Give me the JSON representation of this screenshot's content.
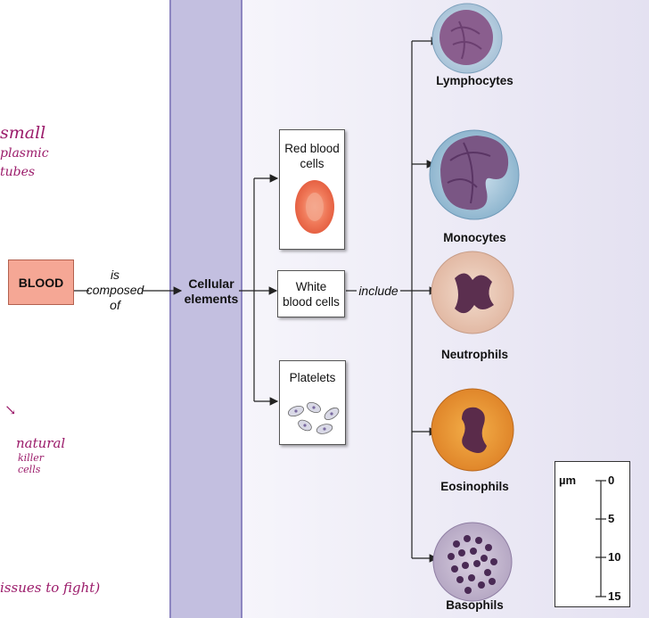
{
  "annotations": {
    "line1": "small",
    "line2": "plasmic",
    "line3": "tubes",
    "nk_line1": "natural",
    "nk_line2": "killer",
    "nk_line3": "cells",
    "bottom": "issues to fight)"
  },
  "diagram": {
    "blood": "BLOOD",
    "is_composed_of_1": "is",
    "is_composed_of_2": "composed",
    "is_composed_of_3": "of",
    "cellular_1": "Cellular",
    "cellular_2": "elements",
    "rbc_1": "Red blood",
    "rbc_2": "cells",
    "wbc_1": "White",
    "wbc_2": "blood cells",
    "platelets": "Platelets",
    "include": "include",
    "wbc_types": [
      "Lymphocytes",
      "Monocytes",
      "Neutrophils",
      "Eosinophils",
      "Basophils"
    ]
  },
  "scale": {
    "unit": "µm",
    "ticks": [
      "0",
      "5",
      "10",
      "15"
    ]
  },
  "colors": {
    "band": "#c3bfe0",
    "blood_box": "#f5a795",
    "annotation_ink": "#9b1b6a"
  }
}
